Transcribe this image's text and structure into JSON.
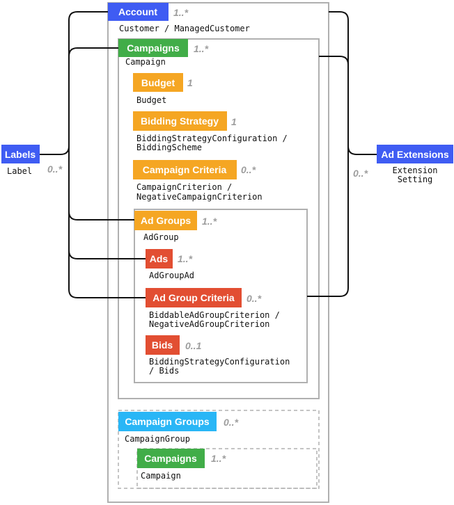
{
  "colors": {
    "blue": "#3f5cf3",
    "green": "#41ad48",
    "orange": "#f5a623",
    "red": "#e24e32",
    "cyan": "#29b6f6",
    "frame": "#b0b0b0",
    "line": "#111111"
  },
  "entities": {
    "account": {
      "label": "Account",
      "card": "1..*",
      "type": "Customer / ManagedCustomer"
    },
    "campaigns": {
      "label": "Campaigns",
      "card": "1..*",
      "type": "Campaign"
    },
    "budget": {
      "label": "Budget",
      "card": "1",
      "type": "Budget"
    },
    "bidding_strategy": {
      "label": "Bidding Strategy",
      "card": "1",
      "type_line1": "BiddingStrategyConfiguration /",
      "type_line2": "BiddingScheme"
    },
    "campaign_criteria": {
      "label": "Campaign Criteria",
      "card": "0..*",
      "type_line1": "CampaignCriterion /",
      "type_line2": "NegativeCampaignCriterion"
    },
    "ad_groups": {
      "label": "Ad Groups",
      "card": "1..*",
      "type": "AdGroup"
    },
    "ads": {
      "label": "Ads",
      "card": "1..*",
      "type": "AdGroupAd"
    },
    "ad_group_criteria": {
      "label": "Ad Group Criteria",
      "card": "0..*",
      "type_line1": "BiddableAdGroupCriterion /",
      "type_line2": "NegativeAdGroupCriterion"
    },
    "bids": {
      "label": "Bids",
      "card": "0..1",
      "type_line1": "BiddingStrategyConfiguration",
      "type_line2": "/ Bids"
    },
    "labels": {
      "label": "Labels",
      "card": "0..*",
      "type": "Label"
    },
    "ad_extensions": {
      "label": "Ad Extensions",
      "card": "0..*",
      "type_line1": "Extension",
      "type_line2": "Setting"
    },
    "campaign_groups": {
      "label": "Campaign Groups",
      "card": "0..*",
      "type": "CampaignGroup"
    },
    "group_campaigns": {
      "label": "Campaigns",
      "card": "1..*",
      "type": "Campaign"
    }
  }
}
